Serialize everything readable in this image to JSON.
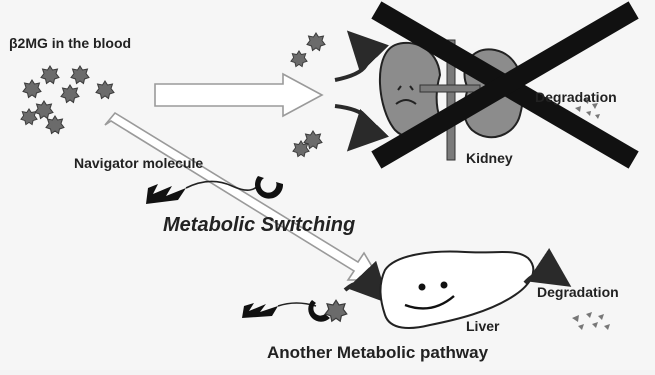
{
  "labels": {
    "blood": "β2MG in the blood",
    "navigator": "Navigator molecule",
    "switching": "Metabolic Switching",
    "kidney": "Kidney",
    "degradation_kidney": "Degradation",
    "degradation_liver": "Degradation",
    "liver": "Liver",
    "pathway": "Another Metabolic pathway"
  },
  "colors": {
    "protein": "#666666",
    "kidney": "#8c8c8c",
    "cross": "#111111",
    "arrow_outline": "#9a9a9a",
    "curved_arrow": "#2a2a2a"
  }
}
